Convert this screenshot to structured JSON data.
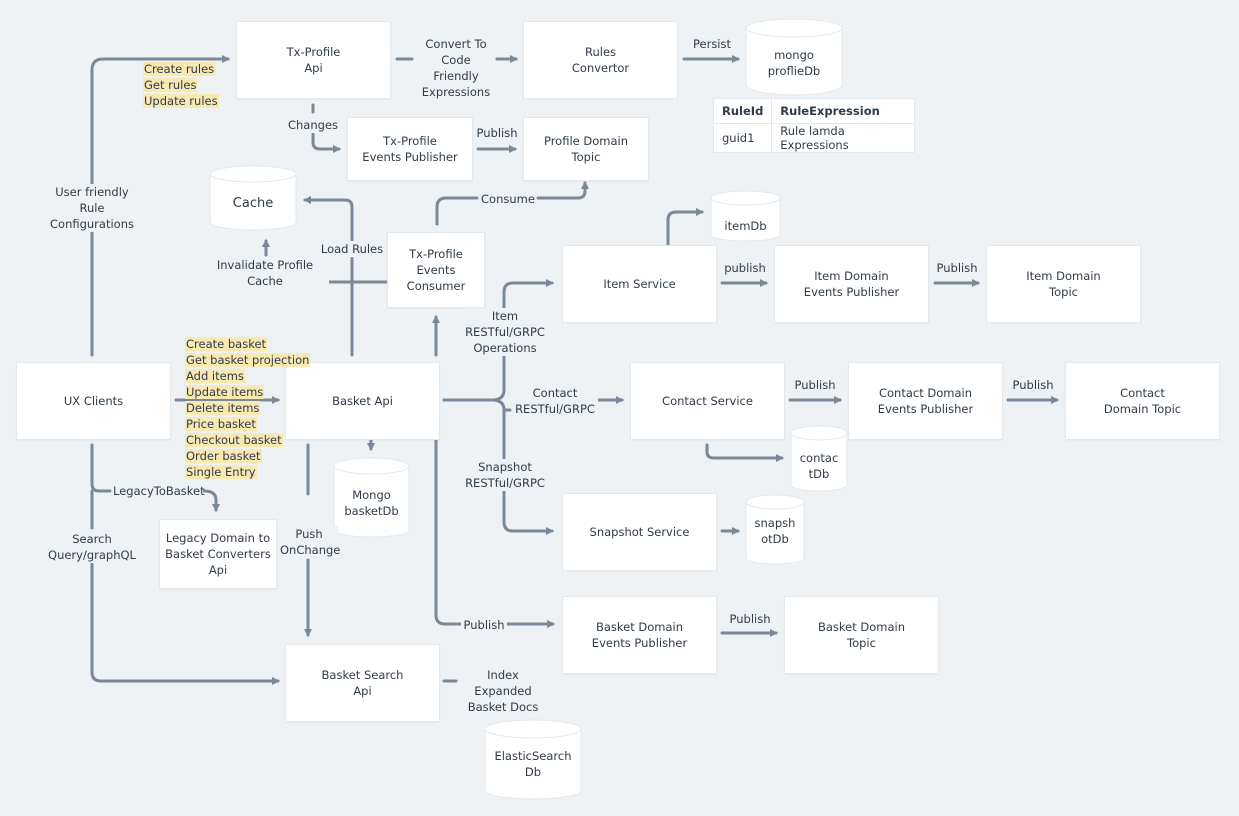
{
  "colors": {
    "edge": "#7b8898",
    "box": "#ffffff",
    "background": "#eef2f5",
    "highlight": "#f8e9b2"
  },
  "nodes": {
    "tx_profile_api": "Tx-Profile\nApi",
    "rules_convertor": "Rules\nConvertor",
    "mongo_profile_db": "mongo\nproflieDb",
    "tx_profile_events_publisher": "Tx-Profile\nEvents Publisher",
    "profile_domain_topic": "Profile Domain\nTopic",
    "cache": "Cache",
    "tx_profile_events_consumer": "Tx-Profile\nEvents\nConsumer",
    "item_db": "itemDb",
    "item_service": "Item Service",
    "item_domain_events_publisher": "Item Domain\nEvents Publisher",
    "item_domain_topic": "Item Domain\nTopic",
    "ux_clients": "UX Clients",
    "basket_api": "Basket Api",
    "contact_service": "Contact Service",
    "contact_domain_events_publisher": "Contact Domain\nEvents Publisher",
    "contact_domain_topic": "Contact\nDomain Topic",
    "contact_db": "contac\ntDb",
    "mongo_basket_db": "Mongo\nbasketDb",
    "legacy_converters_api": "Legacy Domain to\nBasket Converters\nApi",
    "snapshot_service": "Snapshot Service",
    "snapshot_db": "snapsh\notDb",
    "basket_domain_events_publisher": "Basket Domain\nEvents Publisher",
    "basket_domain_topic": "Basket Domain\nTopic",
    "basket_search_api": "Basket Search\nApi",
    "elasticsearch_db": "ElasticSearch\nDb"
  },
  "edge_labels": {
    "convert": "Convert To\nCode Friendly\nExpressions",
    "persist": "Persist",
    "changes": "Changes",
    "publish_profile": "Publish",
    "consume": "Consume",
    "load_rules": "Load Rules",
    "invalidate_cache": "Invalidate Profile Cache",
    "user_friendly": "User friendly\nRule Configurations",
    "item_ops": "Item\nRESTful/GRPC\nOperations",
    "publish_item": "publish",
    "publish_item_topic": "Publish",
    "contact_ops": "Contact\nRESTful/GRPC",
    "publish_contact": "Publish",
    "publish_contact_topic": "Publish",
    "snapshot_ops": "Snapshot\nRESTful/GRPC",
    "legacy_to_basket": "LegacyToBasket",
    "search_query": "Search\nQuery/graphQL",
    "push_on_change": "Push\nOnChange",
    "publish_basket": "Publish",
    "publish_basket_topic": "Publish",
    "index_docs": "Index Expanded\nBasket Docs"
  },
  "rule_ops": [
    "Create rules",
    "Get rules",
    "Update rules"
  ],
  "basket_ops": [
    "Create basket",
    "Get basket projection",
    "Add items",
    "Update items",
    "Delete items",
    "Price basket",
    "Checkout basket",
    "Order basket",
    "Single Entry"
  ],
  "rule_table": {
    "headers": [
      "RuleId",
      "RuleExpression"
    ],
    "rows": [
      [
        "guid1",
        "Rule lamda Expressions"
      ]
    ]
  }
}
